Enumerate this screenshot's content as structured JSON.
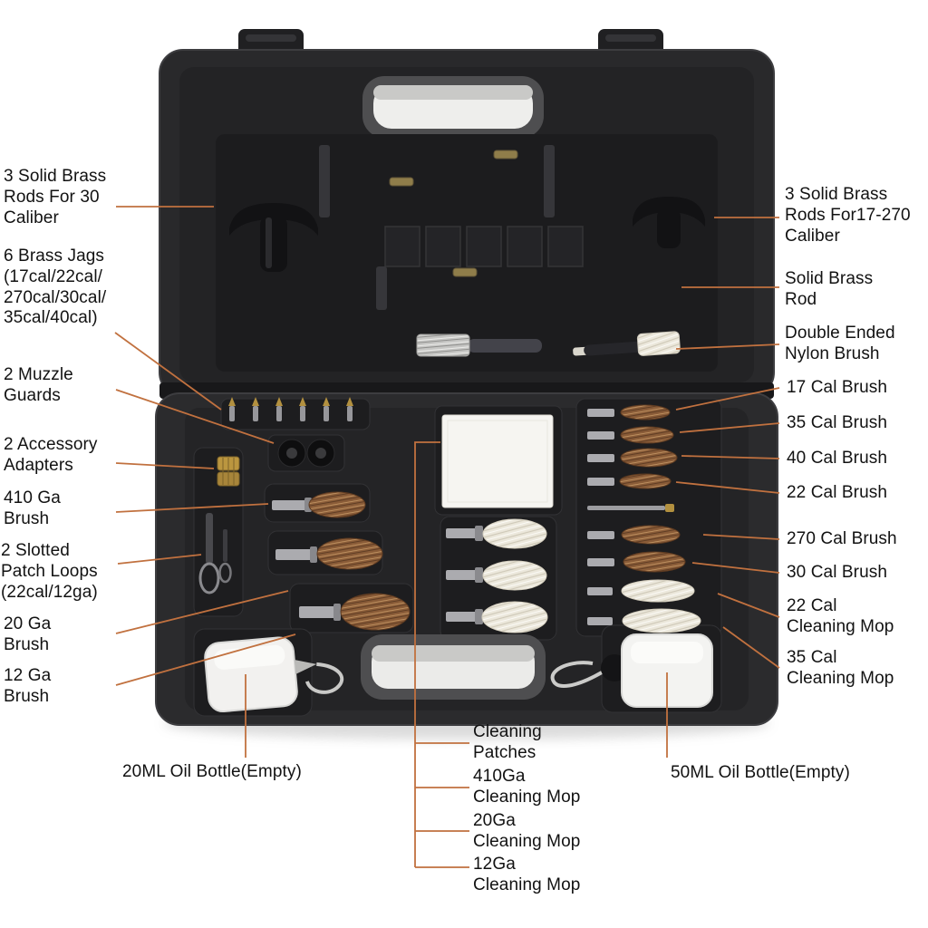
{
  "figure": {
    "title": "Universal gun cleaning kit case with labeled contents",
    "background_color": "#ffffff",
    "leader_line_color": "#c1713f",
    "label_text_color": "#121212",
    "case_color": "#2a2a2c",
    "brass_rod_color": "#a8955c",
    "bronze_brush_color": "#8a5c38",
    "mop_color": "#ece8dc"
  },
  "labels": {
    "left": [
      {
        "id": "brass-rods-30",
        "text": "3 Solid Brass\nRods For 30\nCaliber"
      },
      {
        "id": "brass-jags",
        "text": "6 Brass Jags\n(17cal/22cal/\n270cal/30cal/\n35cal/40cal)"
      },
      {
        "id": "muzzle-guards",
        "text": "2 Muzzle\nGuards"
      },
      {
        "id": "accessory-adapters",
        "text": "2 Accessory\nAdapters"
      },
      {
        "id": "brush-410ga",
        "text": "410 Ga\nBrush"
      },
      {
        "id": "slotted-patch-loops",
        "text": "2 Slotted\nPatch Loops\n(22cal/12ga)"
      },
      {
        "id": "brush-20ga",
        "text": "20 Ga\nBrush"
      },
      {
        "id": "brush-12ga",
        "text": "12 Ga\nBrush"
      },
      {
        "id": "oil-bottle-20ml",
        "text": "20ML Oil Bottle(Empty)"
      }
    ],
    "right": [
      {
        "id": "brass-rods-17-270",
        "text": "3 Solid Brass\nRods For17-270\nCaliber"
      },
      {
        "id": "solid-brass-rod",
        "text": "Solid Brass\nRod"
      },
      {
        "id": "double-ended-nylon-brush",
        "text": "Double Ended\nNylon Brush"
      },
      {
        "id": "brush-17cal",
        "text": "17 Cal Brush"
      },
      {
        "id": "brush-35cal",
        "text": "35 Cal Brush"
      },
      {
        "id": "brush-40cal",
        "text": "40 Cal Brush"
      },
      {
        "id": "brush-22cal",
        "text": "22 Cal Brush"
      },
      {
        "id": "brush-270cal",
        "text": "270 Cal Brush"
      },
      {
        "id": "brush-30cal",
        "text": "30 Cal Brush"
      },
      {
        "id": "mop-22cal",
        "text": "22 Cal\nCleaning Mop"
      },
      {
        "id": "mop-35cal",
        "text": "35 Cal\nCleaning Mop"
      },
      {
        "id": "oil-bottle-50ml",
        "text": "50ML Oil Bottle(Empty)"
      }
    ],
    "bottom_center": [
      {
        "id": "cleaning-patches",
        "text": "Cleaning\nPatches"
      },
      {
        "id": "mop-410ga",
        "text": "410Ga\nCleaning Mop"
      },
      {
        "id": "mop-20ga",
        "text": "20Ga\nCleaning Mop"
      },
      {
        "id": "mop-12ga",
        "text": "12Ga\nCleaning Mop"
      }
    ]
  }
}
